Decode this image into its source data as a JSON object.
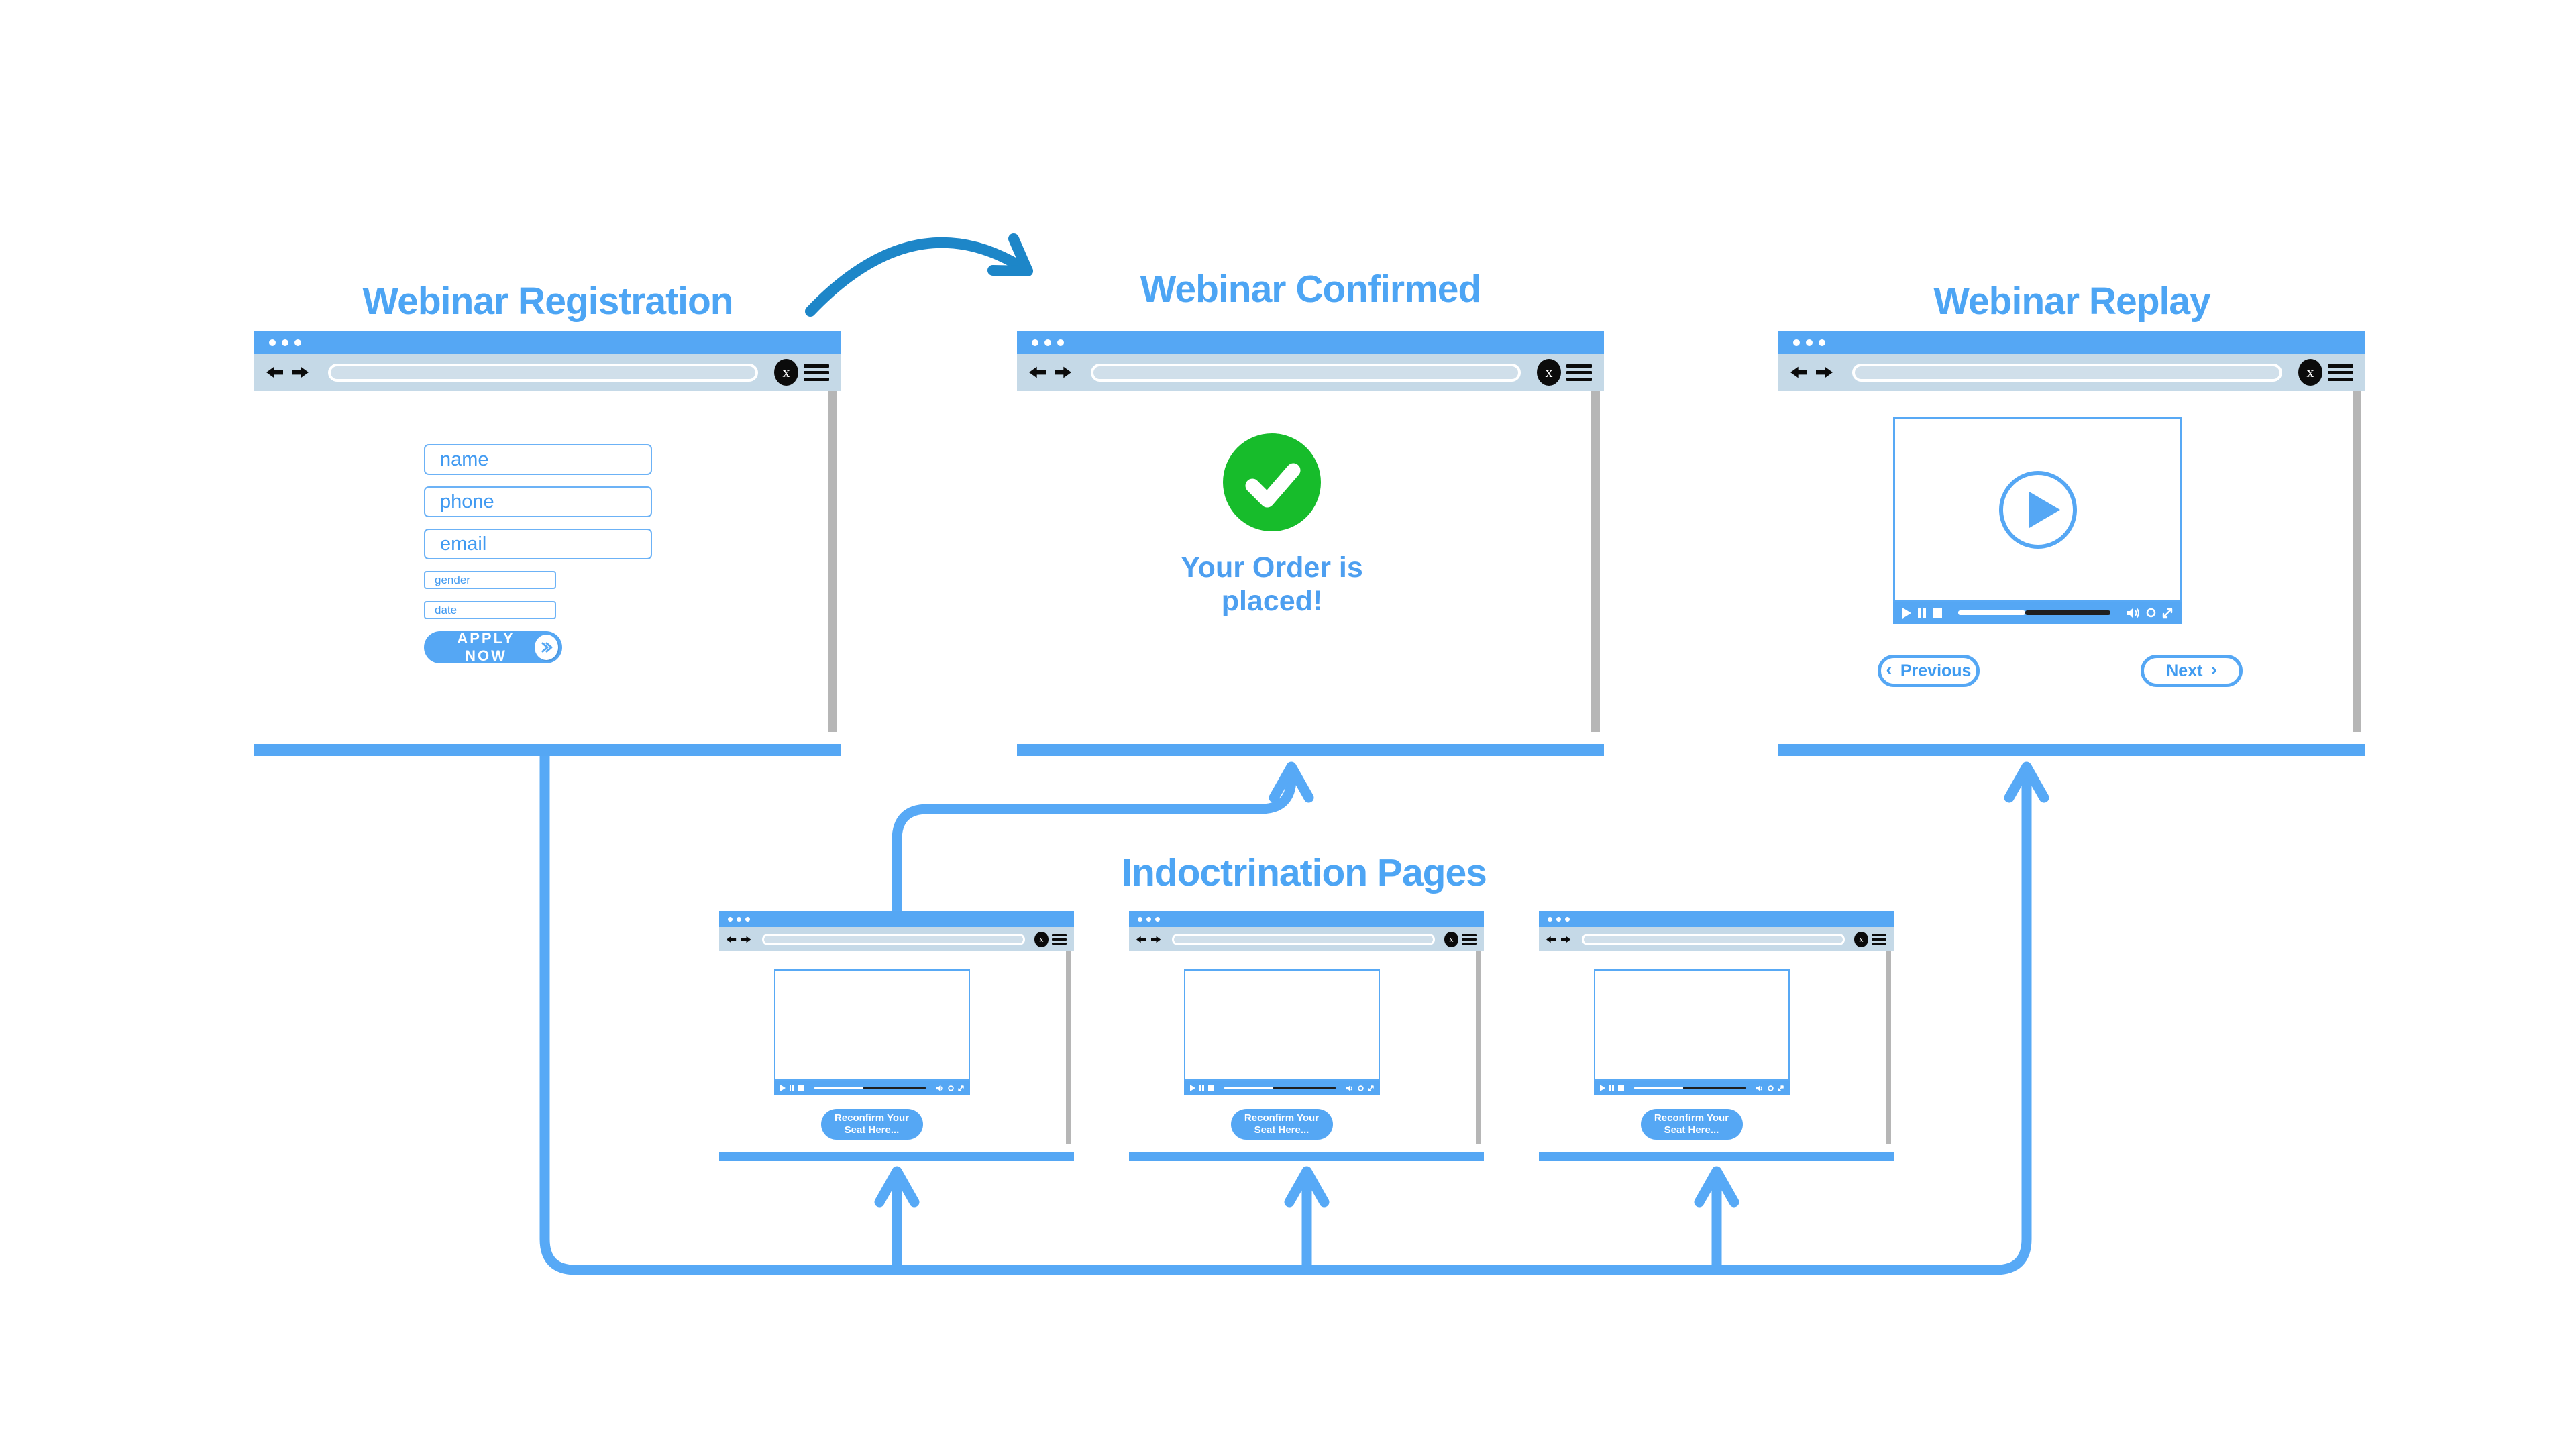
{
  "palette": {
    "primary_blue": "#55a7f4",
    "title_blue": "#4da5f4",
    "dark_arrow_blue": "#1d86c8",
    "toolbar_blue": "#c5d9e7",
    "address_bar_fill": "#d0dfea",
    "field_text_blue": "#419af1",
    "success_green": "#17bc2b",
    "scrollbar_gray": "#b6b6b6",
    "icon_black": "#0b0b0b"
  },
  "sections": {
    "registration": {
      "title": "Webinar Registration"
    },
    "confirmed": {
      "title": "Webinar Confirmed",
      "message_line1": "Your Order is",
      "message_line2": "placed!"
    },
    "replay": {
      "title": "Webinar Replay",
      "previous_label": "Previous",
      "next_label": "Next"
    },
    "indoctrination": {
      "title": "Indoctrination Pages"
    }
  },
  "registration_form": {
    "fields": [
      {
        "placeholder": "name",
        "size": "large"
      },
      {
        "placeholder": "phone",
        "size": "large"
      },
      {
        "placeholder": "email",
        "size": "large"
      },
      {
        "placeholder": "gender",
        "size": "small"
      },
      {
        "placeholder": "date",
        "size": "small"
      }
    ],
    "submit_label": "APPLY NOW"
  },
  "indoctrination_pages": [
    {
      "button_line1": "Reconfirm Your",
      "button_line2": "Seat Here..."
    },
    {
      "button_line1": "Reconfirm Your",
      "button_line2": "Seat Here..."
    },
    {
      "button_line1": "Reconfirm Your",
      "button_line2": "Seat Here..."
    }
  ],
  "browser_chrome": {
    "x_logo_label": "x"
  }
}
